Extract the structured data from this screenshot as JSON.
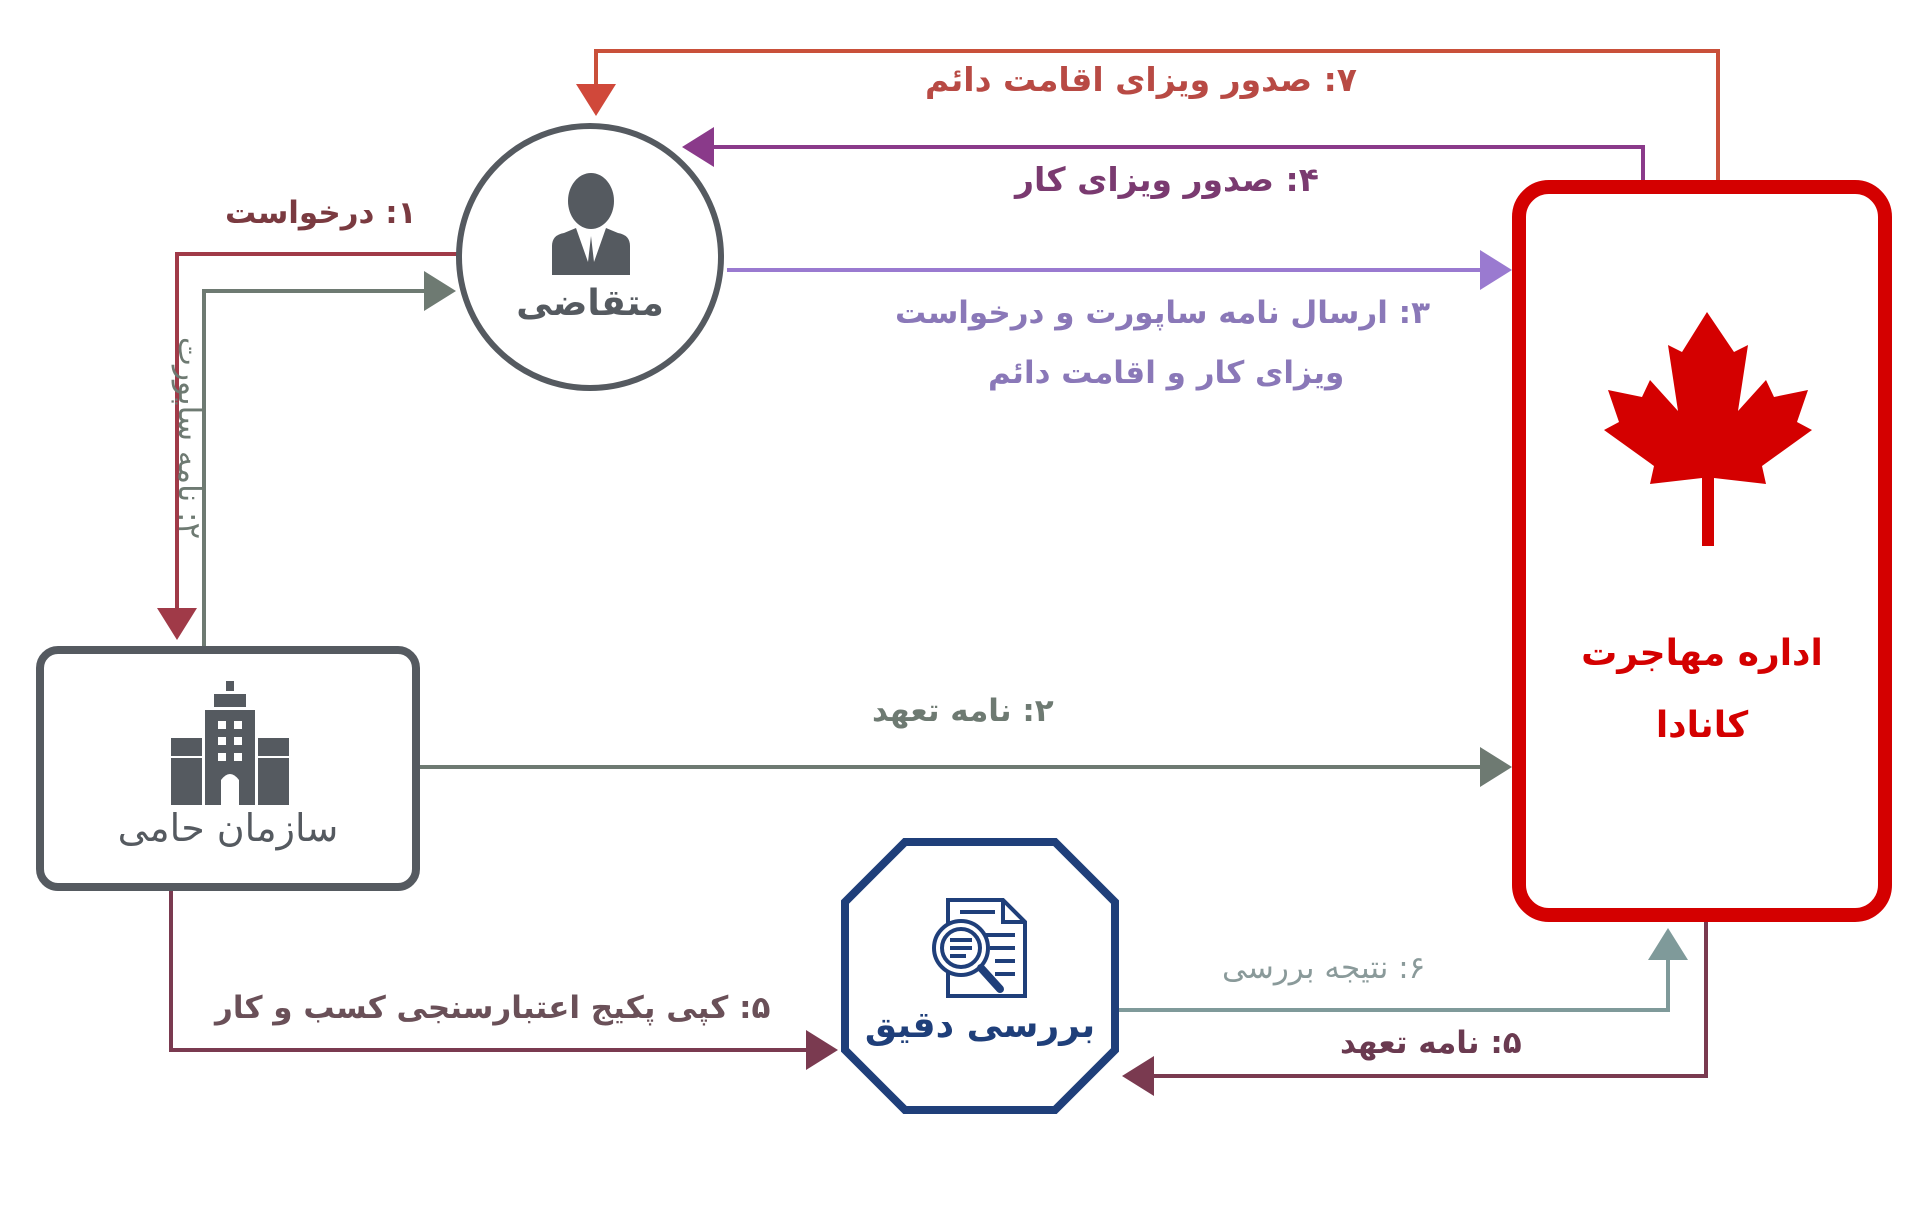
{
  "nodes": {
    "applicant": {
      "label": "متقاضی",
      "icon": "person-icon"
    },
    "sponsor": {
      "label": "سازمان حامی",
      "icon": "building-icon"
    },
    "canada": {
      "line1": "اداره مهاجرت",
      "line2": "کانادا",
      "icon": "maple-leaf-icon"
    },
    "review": {
      "label": "بررسی دقیق",
      "icon": "document-search-icon"
    }
  },
  "edges": {
    "e1_request": {
      "label": "۱: درخواست",
      "from": "applicant",
      "to": "sponsor",
      "color": "#a03a48"
    },
    "e2_support_letter": {
      "label": "۲: نامه ساپورت",
      "from": "sponsor",
      "to": "applicant",
      "color": "#6e7a72"
    },
    "e2_commitment_letter": {
      "label": "۲: نامه تعهد",
      "from": "sponsor",
      "to": "canada",
      "color": "#6e7a72"
    },
    "e3_send_application": {
      "line1": "۳: ارسال نامه ساپورت و درخواست",
      "line2": "ویزای کار و اقامت دائم",
      "from": "applicant",
      "to": "canada",
      "color": "#9a7ad0"
    },
    "e4_work_visa": {
      "label": "۴: صدور ویزای کار",
      "from": "canada",
      "to": "applicant",
      "color": "#8a3a8a"
    },
    "e5_business_package": {
      "label": "۵: کپی پکیج اعتبارسنجی کسب و کار",
      "from": "sponsor",
      "to": "review",
      "color": "#7a3a50"
    },
    "e5_commitment_letter": {
      "label": "۵: نامه تعهد",
      "from": "canada",
      "to": "review",
      "color": "#7a3a50"
    },
    "e6_review_result": {
      "label": "۶: نتیجه بررسی",
      "from": "review",
      "to": "canada",
      "color": "#7f9a9a"
    },
    "e7_pr_visa": {
      "label": "۷: صدور ویزای اقامت دائم",
      "from": "canada",
      "to": "applicant",
      "color": "#c9503a"
    }
  },
  "colors": {
    "node_gray": "#555a60",
    "canada_red": "#d40000",
    "review_blue": "#1f3f7a"
  }
}
